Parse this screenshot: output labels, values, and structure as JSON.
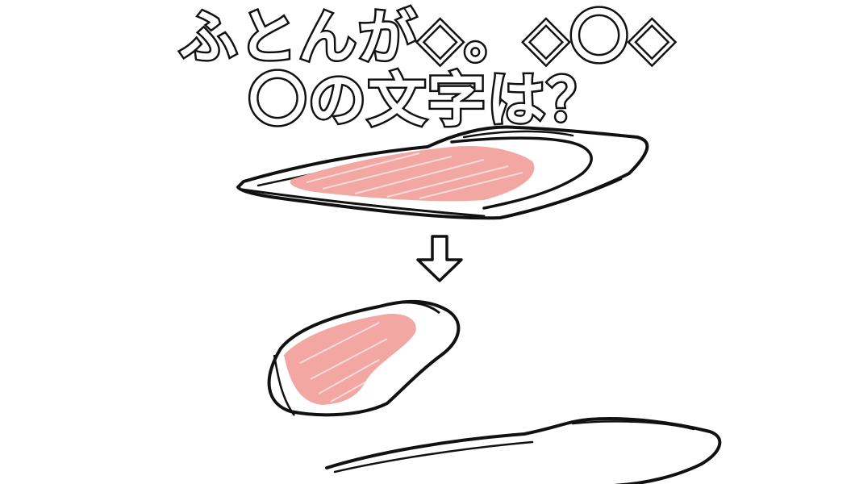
{
  "quiz": {
    "line1": "ふとんが◇。◇〇◇",
    "line2": "〇の文字は？"
  },
  "colors": {
    "ink": "#111111",
    "fill_pink": "#f2a7a3",
    "background": "#ffffff"
  },
  "icons": {
    "arrow": "down-arrow-icon",
    "futon_flat": "futon-flat-drawing",
    "futon_flying": "futon-flying-drawing",
    "futon_empty": "futon-empty-drawing"
  }
}
